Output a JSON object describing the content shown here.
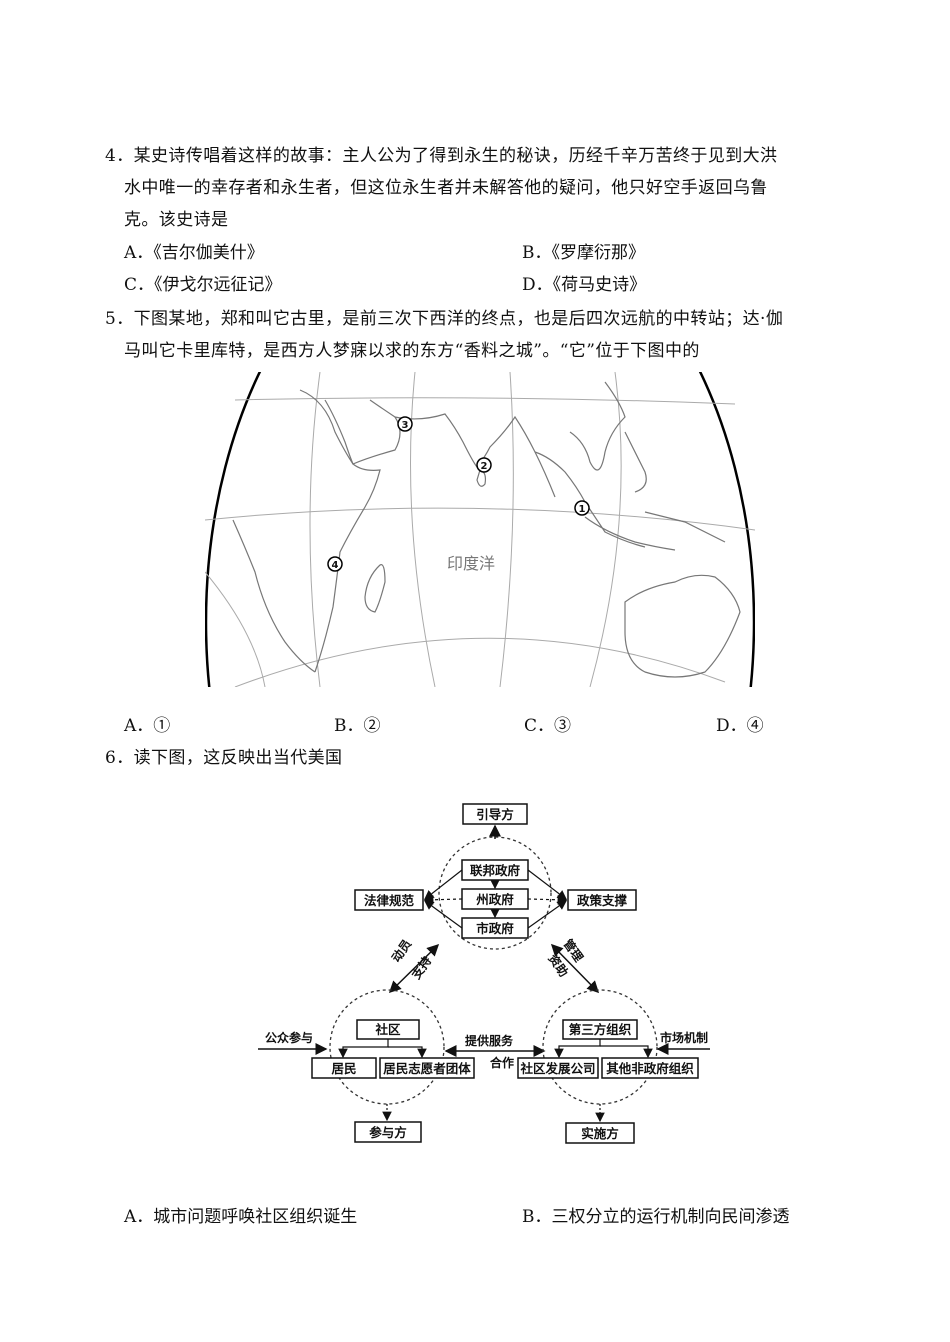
{
  "q4": {
    "number": "4．",
    "stem_lines": [
      "某史诗传唱着这样的故事：主人公为了得到永生的秘诀，历经千辛万苦终于见到大洪",
      "水中唯一的幸存者和永生者，但这位永生者并未解答他的疑问，他只好空手返回乌鲁",
      "克。该史诗是"
    ],
    "options": [
      {
        "key": "A．",
        "text": "《吉尔伽美什》"
      },
      {
        "key": "B．",
        "text": "《罗摩衍那》"
      },
      {
        "key": "C．",
        "text": "《伊戈尔远征记》"
      },
      {
        "key": "D．",
        "text": "《荷马史诗》"
      }
    ]
  },
  "q5": {
    "number": "5．",
    "stem_lines": [
      "下图某地，郑和叫它古里，是前三次下西洋的终点，也是后四次远航的中转站；达·伽",
      "马叫它卡里库特，是西方人梦寐以求的东方“香料之城”。“它”位于下图中的"
    ],
    "map": {
      "ocean_label": "印度洋",
      "markers": [
        {
          "id": "1",
          "symbol": "①",
          "location": "马六甲海峡附近"
        },
        {
          "id": "2",
          "symbol": "②",
          "location": "印度半岛西南沿海"
        },
        {
          "id": "3",
          "symbol": "③",
          "location": "阿拉伯半岛东南"
        },
        {
          "id": "4",
          "symbol": "④",
          "location": "非洲东海岸"
        }
      ]
    },
    "options": [
      {
        "key": "A．",
        "text": "①"
      },
      {
        "key": "B．",
        "text": "②"
      },
      {
        "key": "C．",
        "text": "③"
      },
      {
        "key": "D．",
        "text": "④"
      }
    ]
  },
  "q6": {
    "number": "6．",
    "stem": "读下图，这反映出当代美国",
    "diagram": {
      "top_output": "引导方",
      "government": [
        "联邦政府",
        "州政府",
        "市政府"
      ],
      "left_box": "法律规范",
      "right_box": "政策支撑",
      "left_link_labels": [
        "动员",
        "支持"
      ],
      "right_link_labels": [
        "管理",
        "资助"
      ],
      "community": {
        "head": "社区",
        "children": [
          "居民",
          "居民志愿者团体"
        ],
        "output": "参与方",
        "input": "公众参与"
      },
      "third_party": {
        "head": "第三方组织",
        "children": [
          "社区发展公司",
          "其他非政府组织"
        ],
        "output": "实施方",
        "input": "市场机制"
      },
      "middle_link_top": "提供服务",
      "middle_link_bottom": "合作"
    },
    "options": [
      {
        "key": "A．",
        "text": "城市问题呼唤社区组织诞生"
      },
      {
        "key": "B．",
        "text": "三权分立的运行机制向民间渗透"
      }
    ]
  }
}
